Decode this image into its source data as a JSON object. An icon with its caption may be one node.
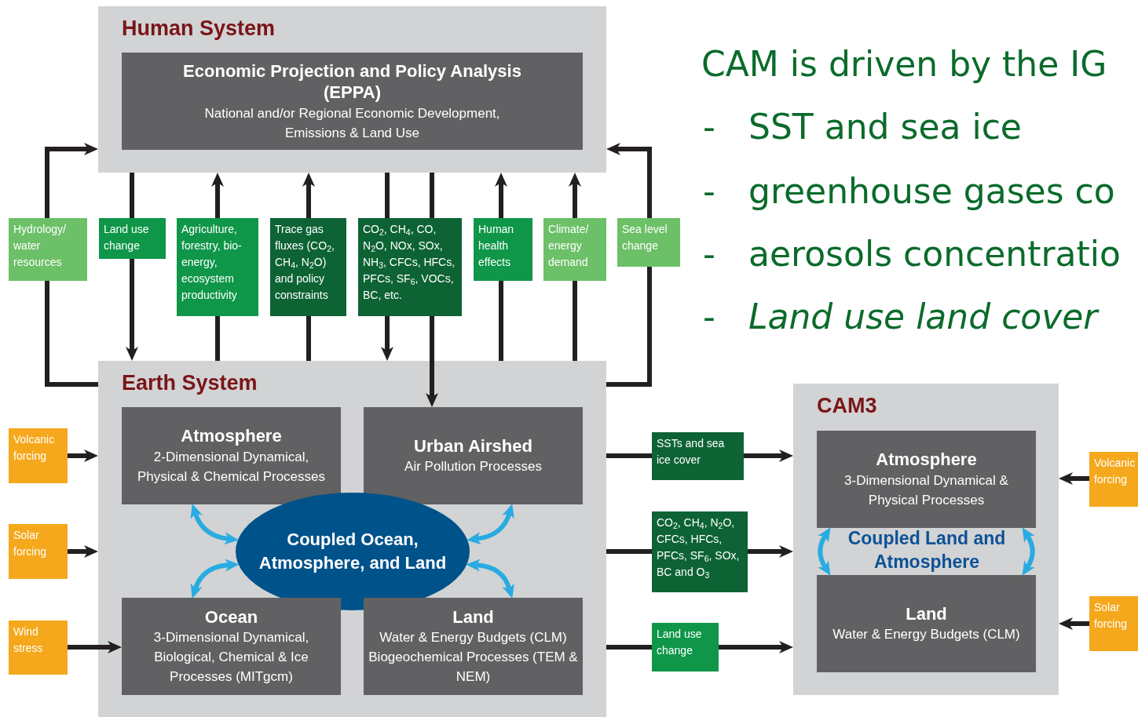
{
  "diagram": {
    "nodes": [
      {
        "text": [
          "Human System"
        ]
      },
      {
        "text": [
          "Economic Projection and Policy Analysis (EPPA)",
          "National and/or Regional Economic Development, Emissions & Land Use"
        ],
        "in": 0
      },
      {
        "text": [
          "Earth System"
        ]
      },
      {
        "text": [
          "Atmosphere",
          "2-Dimensional Dynamical, Physical & Chemical Processes"
        ],
        "in": 2
      },
      {
        "text": [
          "Urban Airshed",
          "Air Pollution Processes"
        ],
        "in": 2
      },
      {
        "text": [
          "Coupled Ocean, Atmosphere, and Land"
        ],
        "in": 2
      },
      {
        "text": [
          "Ocean",
          "3-Dimensional Dynamical, Biological, Chemical & Ice Processes (MITgcm)"
        ],
        "in": 2
      },
      {
        "text": [
          "Land",
          "Water & Energy Budgets (CLM) Biogeochemical Processes (TEM & NEM)"
        ],
        "in": 2
      },
      {
        "text": [
          "CAM3"
        ]
      },
      {
        "text": [
          "Atmosphere",
          "3-Dimensional Dynamical & Physical Processes"
        ],
        "in": 8
      },
      {
        "text": [
          "Land",
          "Water & Energy Budgets (CLM)"
        ],
        "in": 8
      },
      {
        "text": [
          "Hydrology/ water resources"
        ]
      },
      {
        "text": [
          "Land use change"
        ]
      },
      {
        "text": [
          "Agriculture, forestry, bio-energy, ecosystem productivity"
        ]
      },
      {
        "text": [
          "Trace gas fluxes (CO$_{2}$, CH$_{4}$, N$_{2}$O) and policy constraints"
        ]
      },
      {
        "text": [
          "CO$_{2}$, CH$_{4}$, CO, N$_{2}$O, NOx, SOx, NH$_{3}$, CFCs, HFCs, PFCs, SF$_{6}$, VOCs, BC, etc."
        ]
      },
      {
        "text": [
          "Human health effects"
        ]
      },
      {
        "text": [
          "Climate/ energy demand"
        ]
      },
      {
        "text": [
          "Sea level change"
        ]
      },
      {
        "text": [
          "Volcanic forcing"
        ]
      },
      {
        "text": [
          "Solar forcing"
        ]
      },
      {
        "text": [
          "Wind stress"
        ]
      },
      {
        "text": [
          "SSTs and sea ice cover"
        ]
      },
      {
        "text": [
          "CO$_{2}$, CH$_{4}$, N$_{2}$O, CFCs, HFCs, PFCs, SF$_{6}$, SOx, BC and O$_{3}$"
        ]
      },
      {
        "text": [
          "Land use change"
        ]
      },
      {
        "text": [
          "Volcanic forcing"
        ]
      },
      {
        "text": [
          "Solar forcing"
        ]
      }
    ],
    "edges": [
      {
        "from": 2,
        "to": 11,
        "arrow": "none"
      },
      {
        "from": 11,
        "to": 0,
        "arrow": "to"
      },
      {
        "from": 0,
        "to": 12,
        "arrow": "none"
      },
      {
        "from": 12,
        "to": 2,
        "arrow": "to"
      },
      {
        "from": 2,
        "to": 13,
        "arrow": "none"
      },
      {
        "from": 13,
        "to": 0,
        "arrow": "to"
      },
      {
        "from": 2,
        "to": 14,
        "arrow": "none"
      },
      {
        "from": 14,
        "to": 0,
        "arrow": "to"
      },
      {
        "from": 0,
        "to": 15,
        "arrow": "none"
      },
      {
        "from": 15,
        "to": 2,
        "arrow": "to"
      },
      {
        "from": 0,
        "to": 15,
        "arrow": "none"
      },
      {
        "from": 15,
        "to": 4,
        "arrow": "to"
      },
      {
        "from": 2,
        "to": 16,
        "arrow": "none"
      },
      {
        "from": 16,
        "to": 0,
        "arrow": "to"
      },
      {
        "from": 2,
        "to": 17,
        "arrow": "none"
      },
      {
        "from": 17,
        "to": 0,
        "arrow": "to"
      },
      {
        "from": 2,
        "to": 18,
        "arrow": "none"
      },
      {
        "from": 18,
        "to": 0,
        "arrow": "to"
      },
      {
        "from": 19,
        "to": 2,
        "arrow": "to"
      },
      {
        "from": 20,
        "to": 2,
        "arrow": "to"
      },
      {
        "from": 21,
        "to": 6,
        "arrow": "to"
      },
      {
        "from": 2,
        "to": 22,
        "arrow": "none"
      },
      {
        "from": 22,
        "to": 8,
        "arrow": "to"
      },
      {
        "from": 2,
        "to": 23,
        "arrow": "none"
      },
      {
        "from": 23,
        "to": 8,
        "arrow": "to"
      },
      {
        "from": 2,
        "to": 24,
        "arrow": "none"
      },
      {
        "from": 24,
        "to": 8,
        "arrow": "to"
      },
      {
        "from": 25,
        "to": 8,
        "arrow": "to"
      },
      {
        "from": 26,
        "to": 8,
        "arrow": "to"
      },
      {
        "from": 5,
        "to": 3,
        "arrow": "both",
        "color": "#29abe2"
      },
      {
        "from": 5,
        "to": 4,
        "arrow": "both",
        "color": "#29abe2"
      },
      {
        "from": 5,
        "to": 6,
        "arrow": "both",
        "color": "#29abe2"
      },
      {
        "from": 5,
        "to": 7,
        "arrow": "both",
        "color": "#29abe2"
      },
      {
        "from": 9,
        "to": 10,
        "arrow": "both",
        "color": "#29abe2"
      },
      {
        "from": 9,
        "to": 10,
        "arrow": "both",
        "color": "#29abe2"
      }
    ],
    "labels": [
      "Coupled Land and Atmosphere",
      "CAM is driven by the IG",
      "-",
      "SST and sea ice",
      "-",
      "greenhouse gases co",
      "-",
      "aerosols concentratio",
      "-",
      "Land use land cover"
    ]
  }
}
